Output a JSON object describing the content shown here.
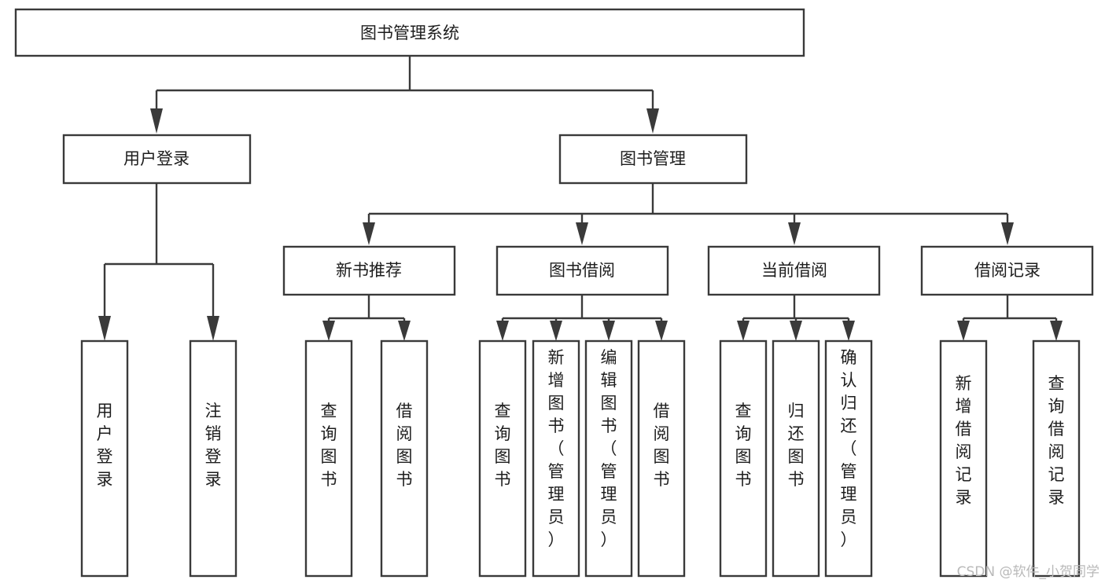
{
  "diagram": {
    "title": "图书管理系统",
    "type": "tree-hierarchy",
    "root": {
      "id": "root",
      "label": "图书管理系统"
    },
    "level2": [
      {
        "id": "user-login",
        "label": "用户登录"
      },
      {
        "id": "book-manage",
        "label": "图书管理"
      }
    ],
    "level3": [
      {
        "id": "new-book-recommend",
        "label": "新书推荐",
        "parent": "book-manage"
      },
      {
        "id": "book-borrow",
        "label": "图书借阅",
        "parent": "book-manage"
      },
      {
        "id": "current-borrow",
        "label": "当前借阅",
        "parent": "book-manage"
      },
      {
        "id": "borrow-record",
        "label": "借阅记录",
        "parent": "book-manage"
      }
    ],
    "leaves": {
      "user-login": [
        {
          "id": "leaf-user-login",
          "label": "用户登录"
        },
        {
          "id": "leaf-logout-login",
          "label": "注销登录"
        }
      ],
      "new-book-recommend": [
        {
          "id": "leaf-query-book-1",
          "label": "查询图书"
        },
        {
          "id": "leaf-borrow-book-1",
          "label": "借阅图书"
        }
      ],
      "book-borrow": [
        {
          "id": "leaf-query-book-2",
          "label": "查询图书"
        },
        {
          "id": "leaf-add-book",
          "label": "新增图书（管理员）"
        },
        {
          "id": "leaf-edit-book",
          "label": "编辑图书（管理员）"
        },
        {
          "id": "leaf-borrow-book-2",
          "label": "借阅图书"
        }
      ],
      "current-borrow": [
        {
          "id": "leaf-query-book-3",
          "label": "查询图书"
        },
        {
          "id": "leaf-return-book",
          "label": "归还图书"
        },
        {
          "id": "leaf-confirm-return",
          "label": "确认归还（管理员）"
        }
      ],
      "borrow-record": [
        {
          "id": "leaf-add-record",
          "label": "新增借阅记录"
        },
        {
          "id": "leaf-query-record",
          "label": "查询借阅记录"
        }
      ]
    }
  },
  "watermark": {
    "text": "CSDN @软件_小贺同学"
  },
  "colors": {
    "stroke": "#3a3a3a",
    "box_fill": "#ffffff",
    "text": "#1d1d1d",
    "watermark": "#b9b9b9",
    "background": "#ffffff"
  }
}
